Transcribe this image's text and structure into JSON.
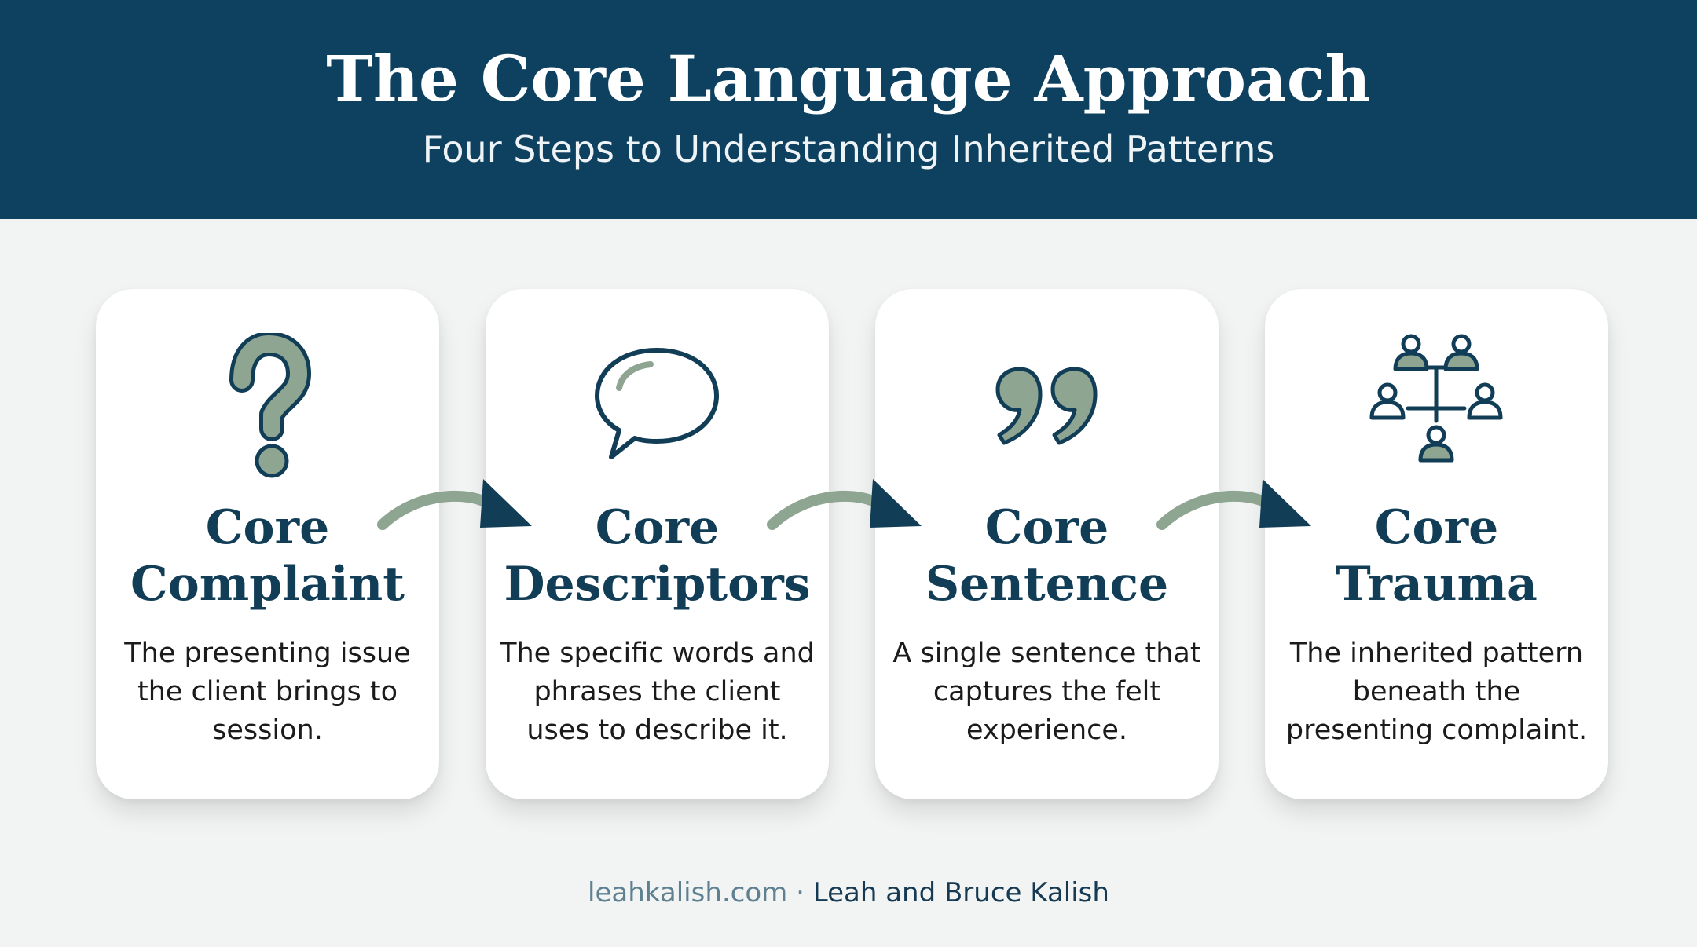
{
  "header": {
    "title": "The Core Language Approach",
    "subtitle": "Four Steps to Understanding Inherited Patterns"
  },
  "steps": [
    {
      "title_line1": "Core",
      "title_line2": "Complaint",
      "description": "The presenting issue the client brings to session.",
      "icon": "question-mark-icon"
    },
    {
      "title_line1": "Core",
      "title_line2": "Descriptors",
      "description": "The specific words and phrases the client uses to describe it.",
      "icon": "speech-bubble-icon"
    },
    {
      "title_line1": "Core",
      "title_line2": "Sentence",
      "description": "A single sentence that captures the felt experience.",
      "icon": "quotation-marks-icon"
    },
    {
      "title_line1": "Core",
      "title_line2": "Trauma",
      "description": "The inherited pattern beneath the presenting complaint.",
      "icon": "family-tree-icon"
    }
  ],
  "footer": {
    "site": "leahkalish.com",
    "separator": " · ",
    "authors": "Leah and Bruce Kalish"
  },
  "colors": {
    "header_bg": "#0e4160",
    "accent_green": "#8ea592",
    "navy": "#113d57",
    "background": "#f2f4f4"
  }
}
